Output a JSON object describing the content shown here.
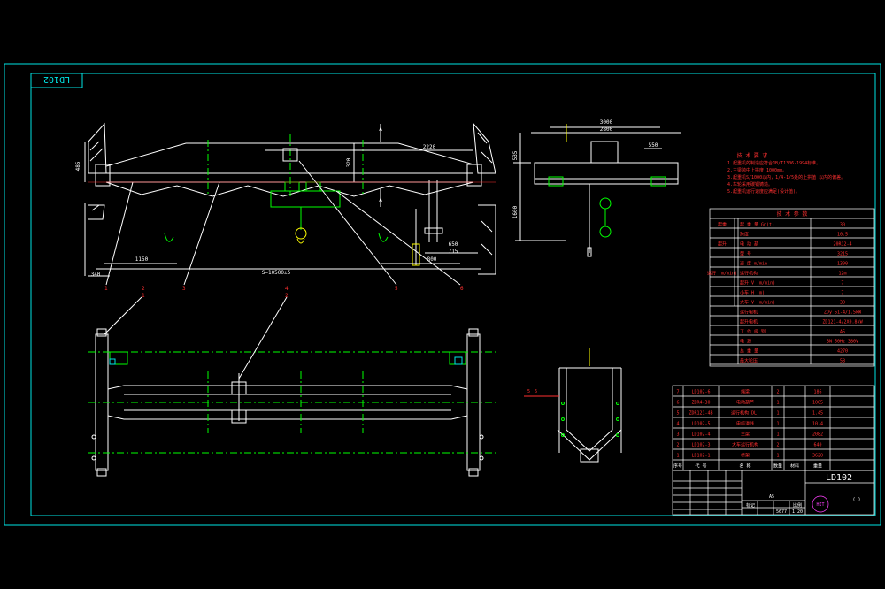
{
  "drawing": {
    "code": "LD102",
    "title_code": "LD102",
    "scale": "1:20",
    "sheet_no": "5677",
    "weight_label": "A5",
    "revision": "( )"
  },
  "dimensions": {
    "span": "S=10500±5",
    "d_1150": "1150",
    "d_1600": "1600",
    "d_800": "800",
    "d_485": "485",
    "d_2220": "2220",
    "d_3000": "3000",
    "d_2800": "2800",
    "d_535": "535",
    "d_550": "550",
    "d_650": "650",
    "d_715": "715",
    "d_340": "340",
    "d_320": "320",
    "section_a": "A",
    "section_a2": "A"
  },
  "callouts": [
    "1",
    "2",
    "3",
    "4",
    "5",
    "6"
  ],
  "notes_title": "技 术 要 求",
  "notes": [
    "1.起重机的制造应符合JB/T1306-1994标准。",
    "2.主梁跨中上拱度 1000mm。",
    "3.起重机S/1000以内，1/4-1/5处的上拱值    以内的偏差。",
    "4.车轮采用碳钢铸造。",
    "5.起重机运行速度应满足(设计值)。"
  ],
  "spec_table": {
    "header": "技 术 参 数",
    "rows": [
      {
        "group": "起重",
        "label": "起 重 量 Gn(t)",
        "value": "30"
      },
      {
        "group": "",
        "label": "跨度",
        "value": "10.5"
      },
      {
        "group": "起升",
        "label": "电 动 葫",
        "value": "20R12-4"
      },
      {
        "group": "",
        "label": "型 号",
        "value": "3215"
      },
      {
        "group": "",
        "label": "速 度 m/min",
        "value": "1300"
      },
      {
        "group": "运行 (m/min)",
        "label": "运行机构",
        "value": "12m"
      },
      {
        "group": "",
        "label": "起升 V (m/min)",
        "value": "7"
      },
      {
        "group": "",
        "label": "小车 H (m)",
        "value": "7"
      },
      {
        "group": "",
        "label": "大车 V (m/min)",
        "value": "30"
      },
      {
        "group": "",
        "label": "运行电机",
        "value": "ZDy 51-4/1.5kW"
      },
      {
        "group": "",
        "label": "起升电机",
        "value": "ZD121-4/2X0.8kW"
      },
      {
        "group": "",
        "label": "工 作 级 别",
        "value": "A5"
      },
      {
        "group": "",
        "label": "电 源",
        "value": "3N 50Hz  380V"
      },
      {
        "group": "",
        "label": "总 重 量",
        "value": "4270"
      },
      {
        "group": "",
        "label": "最大轮压",
        "value": "58"
      }
    ]
  },
  "parts_table": {
    "rows": [
      [
        "7",
        "LD102-6",
        "端梁",
        "2",
        "",
        "186"
      ],
      [
        "6",
        "ZDR4-30",
        "电动葫芦",
        "1",
        "",
        "1005"
      ],
      [
        "5",
        "ZDR121-4B",
        "运行机构(DL)",
        "1",
        "",
        "1.45"
      ],
      [
        "4",
        "LD102-5",
        "电缆滑线",
        "1",
        "",
        "10.4"
      ],
      [
        "3",
        "LD102-4",
        "主梁",
        "1",
        "",
        "2082"
      ],
      [
        "2",
        "LD102-3",
        "大车运行机构",
        "2",
        "",
        "640"
      ],
      [
        "1",
        "LD102-1",
        "桥架",
        "1",
        "",
        "3620"
      ]
    ],
    "headers": [
      "序号",
      "代 号",
      "名 称",
      "数量",
      "材料",
      "重量"
    ]
  },
  "title_block": {
    "project": "LD102",
    "material_label": "标记",
    "unit_label": "比例",
    "logo": "HIT"
  },
  "colors": {
    "frame": "#00e5e5",
    "white": "#ffffff",
    "green": "#00ff00",
    "red": "#ff3030",
    "yellow": "#ffff00",
    "magenta": "#ff40ff",
    "blue": "#4060ff"
  }
}
